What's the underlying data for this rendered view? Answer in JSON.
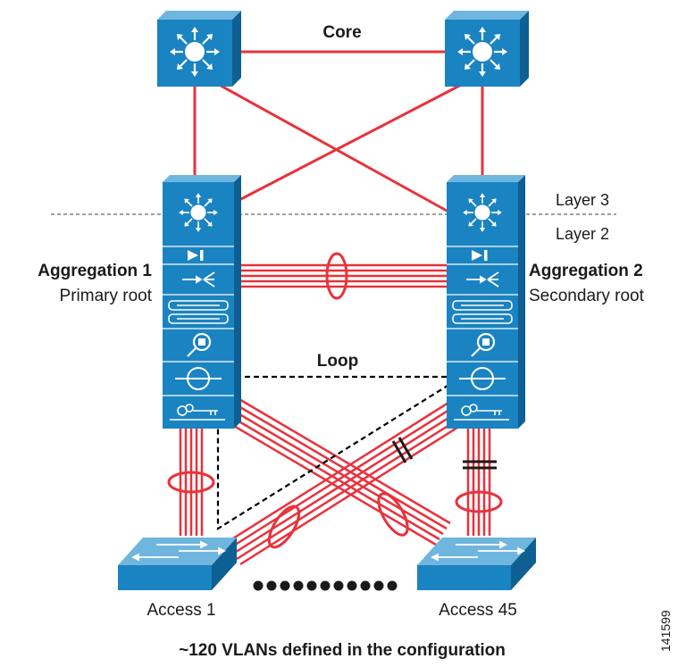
{
  "labels": {
    "core": "Core",
    "layer3": "Layer 3",
    "layer2": "Layer 2",
    "agg1_name": "Aggregation 1",
    "agg1_role": "Primary root",
    "agg2_name": "Aggregation 2",
    "agg2_role": "Secondary root",
    "loop": "Loop",
    "access1": "Access 1",
    "access45": "Access 45",
    "caption": "~120 VLANs defined in the configuration",
    "figure_id": "141599"
  },
  "nodes": [
    {
      "id": "core-1",
      "type": "layer3-switch"
    },
    {
      "id": "core-2",
      "type": "layer3-switch"
    },
    {
      "id": "agg-1",
      "type": "service-chassis",
      "modules": [
        "layer3-switch",
        "firewall",
        "load-balancer",
        "content-switch",
        "ids-sensor",
        "ssl-offload",
        "vpn-key"
      ]
    },
    {
      "id": "agg-2",
      "type": "service-chassis",
      "modules": [
        "layer3-switch",
        "firewall",
        "load-balancer",
        "content-switch",
        "ids-sensor",
        "ssl-offload",
        "vpn-key"
      ]
    },
    {
      "id": "access-1",
      "type": "layer2-switch"
    },
    {
      "id": "access-45",
      "type": "layer2-switch"
    }
  ],
  "colors": {
    "link": "#e8323c",
    "device_face": "#1a83c2",
    "device_top": "#6fb6de",
    "device_side": "#0e5f92",
    "loop_path": "#000000",
    "divider": "#666666"
  },
  "legend_style": "no-legend"
}
